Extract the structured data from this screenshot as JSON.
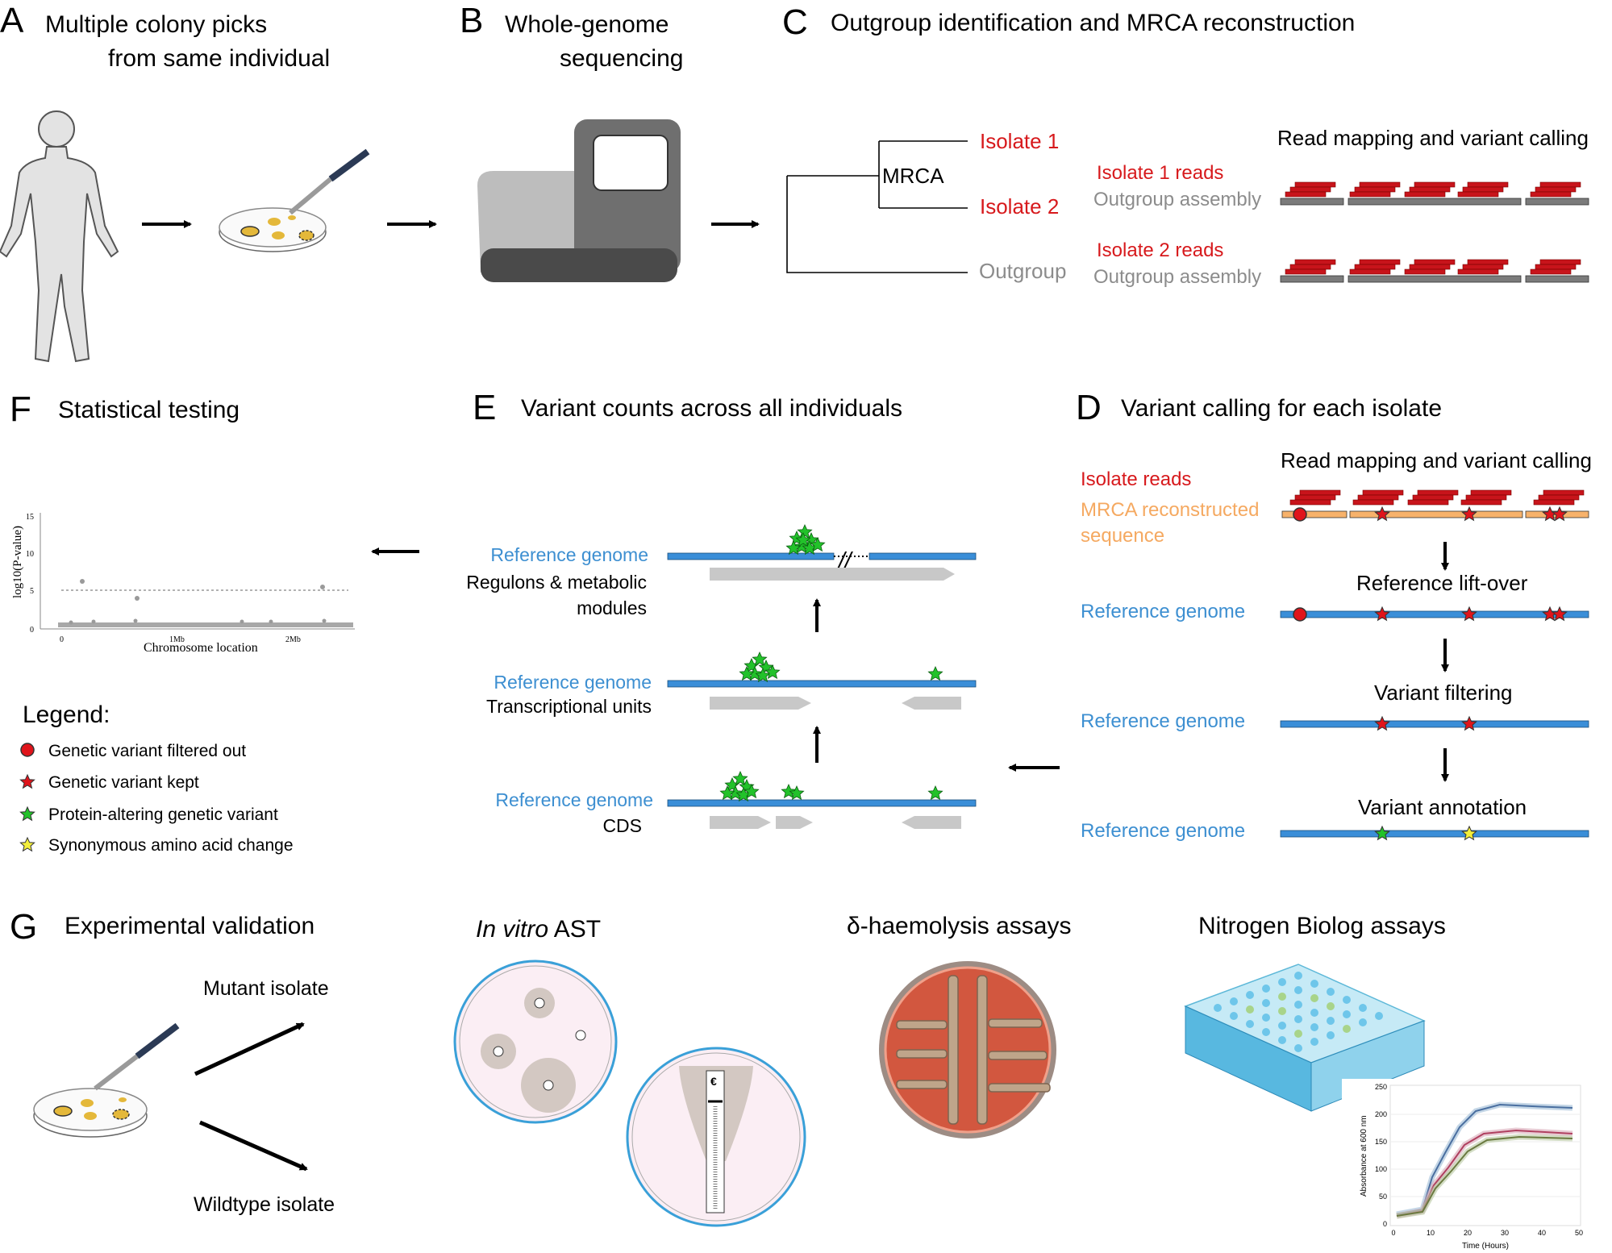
{
  "panels": {
    "a": {
      "letter": "A",
      "title_line1": "Multiple colony picks",
      "title_line2": "from same individual"
    },
    "b": {
      "letter": "B",
      "title_line1": "Whole-genome",
      "title_line2": "sequencing"
    },
    "c": {
      "letter": "C",
      "title": "Outgroup identification and MRCA reconstruction",
      "tree": {
        "mrca": "MRCA",
        "isolate1": "Isolate 1",
        "isolate2": "Isolate 2",
        "outgroup": "Outgroup"
      },
      "mapping_title": "Read mapping and variant calling",
      "isolate1_reads": "Isolate 1 reads",
      "isolate2_reads": "Isolate 2 reads",
      "outgroup_assembly": "Outgroup assembly"
    },
    "d": {
      "letter": "D",
      "title": "Variant calling for each isolate",
      "mapping_title": "Read mapping and variant calling",
      "isolate_reads": "Isolate reads",
      "mrca_line1": "MRCA reconstructed",
      "mrca_line2": "sequence",
      "step_liftover": "Reference lift-over",
      "step_filtering": "Variant filtering",
      "step_annotation": "Variant annotation",
      "reference_genome": "Reference genome"
    },
    "e": {
      "letter": "E",
      "title": "Variant counts across all individuals",
      "reference_genome": "Reference genome",
      "level_regulons_line1": "Regulons & metabolic",
      "level_regulons_line2": "modules",
      "level_tu": "Transcriptional units",
      "level_cds": "CDS"
    },
    "f": {
      "letter": "F",
      "title": "Statistical testing",
      "plot": {
        "ylabel": "log10(P-value)",
        "xlabel": "Chromosome location",
        "yticks": [
          "0",
          "5",
          "10",
          "15"
        ],
        "xticks": [
          "0",
          "1Mb",
          "2Mb"
        ]
      }
    },
    "g": {
      "letter": "G",
      "title": "Experimental validation",
      "mutant": "Mutant isolate",
      "wildtype": "Wildtype isolate",
      "ast_italic": "In vitro",
      "ast_rest": " AST",
      "haemolysis": "δ-haemolysis assays",
      "biolog": "Nitrogen Biolog assays",
      "etest_label": "€",
      "growth_plot": {
        "ylabel": "Absorbance at 600 nm",
        "xlabel": "Time (Hours)",
        "yticks": [
          "0",
          "50",
          "100",
          "150",
          "200",
          "250"
        ],
        "xticks": [
          "0",
          "10",
          "20",
          "30",
          "40",
          "50"
        ]
      }
    }
  },
  "legend": {
    "title": "Legend:",
    "items": [
      {
        "label": "Genetic variant filtered out",
        "symbol": "circle",
        "color": "#e0141b"
      },
      {
        "label": "Genetic variant kept",
        "symbol": "star",
        "color": "#e0141b"
      },
      {
        "label": "Protein-altering genetic variant",
        "symbol": "star",
        "color": "#22c22a"
      },
      {
        "label": "Synonymous amino acid change",
        "symbol": "star",
        "color": "#f4ef3a"
      }
    ]
  },
  "colors": {
    "red_text": "#d7191c",
    "blue_text": "#3d8fd1",
    "orange_text": "#f5a961",
    "gray_text": "#8c8c8c",
    "genome_blue": "#3a8ed8",
    "mrca_orange": "#f7b26b",
    "read_red": "#c8141b"
  }
}
